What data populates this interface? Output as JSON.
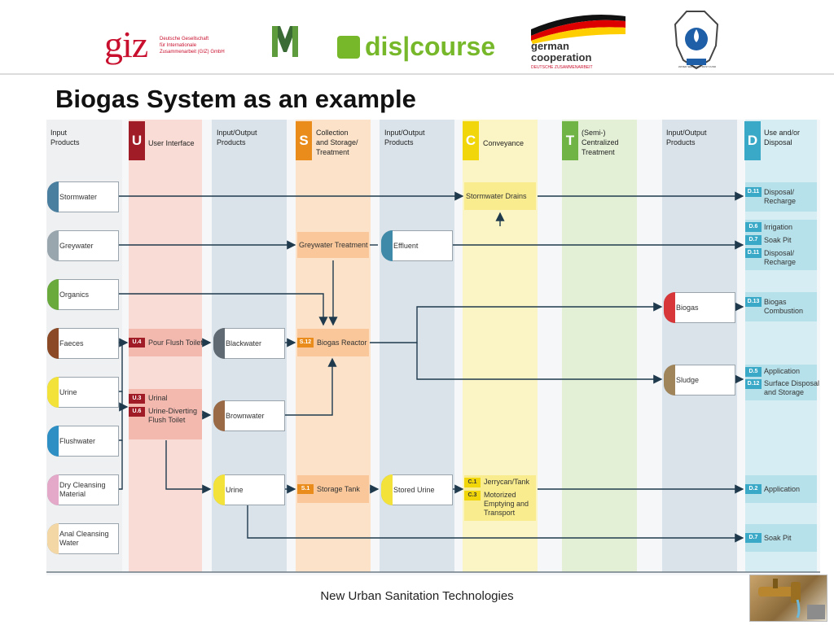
{
  "logos": {
    "giz": "giz",
    "giz_sub": "Deutsche Gesellschaft\nfür Internationale\nZusammenarbeit (GIZ) GmbH",
    "discourse": "dis|course",
    "german": "german\ncooperation",
    "german_sub": "DEUTSCHE ZUSAMMENARBEIT",
    "kenya_text": "WATER SERVICES TRUST FUND"
  },
  "title": "Biogas System as an example",
  "columns": {
    "input_products": "Input\nProducts",
    "u_letter": "U",
    "u_label": "User Interface",
    "io1": "Input/Output\nProducts",
    "s_letter": "S",
    "s_label": "Collection\nand Storage/\nTreatment",
    "io2": "Input/Output\nProducts",
    "c_letter": "C",
    "c_label": "Conveyance",
    "t_letter": "T",
    "t_label": "(Semi-)\nCentralized\nTreatment",
    "io3": "Input/Output\nProducts",
    "d_letter": "D",
    "d_label": "Use and/or\nDisposal"
  },
  "inputs": [
    "Stormwater",
    "Greywater",
    "Organics",
    "Faeces",
    "Urine",
    "Flushwater",
    "Dry Cleansing\nMaterial",
    "Anal Cleansing\nWater"
  ],
  "colors": {
    "stormwater": "#4a7fa0",
    "greywater": "#9aa6ad",
    "organics": "#6aaa3c",
    "faeces": "#8b4a25",
    "urine": "#f2e23a",
    "flushwater": "#2d8fc4",
    "dry": "#e4a9c8",
    "anal": "#f3d7a4",
    "u": "#a01c26",
    "s": "#e98c1c",
    "c": "#f0d60a",
    "t": "#6fb445",
    "d": "#3aa9c7",
    "biogas": "#d8373a",
    "sludge": "#a0845a",
    "brownwater": "#9a6a47",
    "line": "#1f3a4d"
  },
  "u_tech": {
    "u4_code": "U.4",
    "u4": "Pour Flush Toilet",
    "u3_code": "U.3",
    "u3": "Urinal",
    "u6_code": "U.6",
    "u6": "Urine-Diverting\nFlush Toilet"
  },
  "products1": {
    "blackwater": "Blackwater",
    "brownwater": "Brownwater",
    "urine": "Urine"
  },
  "s_tech": {
    "grey": "Greywater Treatment",
    "s12_code": "S.12",
    "s12": "Biogas Reactor",
    "s1_code": "S.1",
    "s1": "Storage Tank"
  },
  "products2": {
    "effluent": "Effluent",
    "stored_urine": "Stored Urine"
  },
  "c_tech": {
    "drains": "Stormwater Drains",
    "c1_code": "C.1",
    "c1": "Jerrycan/Tank",
    "c3_code": "C.3",
    "c3": "Motorized\nEmptying and\nTransport"
  },
  "products3": {
    "biogas": "Biogas",
    "sludge": "Sludge"
  },
  "d_tech": {
    "d11a_code": "D.11",
    "d11a": "Disposal/\nRecharge",
    "d6_code": "D.6",
    "d6": "Irrigation",
    "d7a_code": "D.7",
    "d7a": "Soak Pit",
    "d11b_code": "D.11",
    "d11b": "Disposal/\nRecharge",
    "d13_code": "D.13",
    "d13": "Biogas\nCombustion",
    "d5_code": "D.5",
    "d5": "Application",
    "d12_code": "D.12",
    "d12": "Surface Disposal\nand Storage",
    "d2_code": "D.2",
    "d2": "Application",
    "d7b_code": "D.7",
    "d7b": "Soak Pit"
  },
  "footer": "New Urban Sanitation Technologies"
}
